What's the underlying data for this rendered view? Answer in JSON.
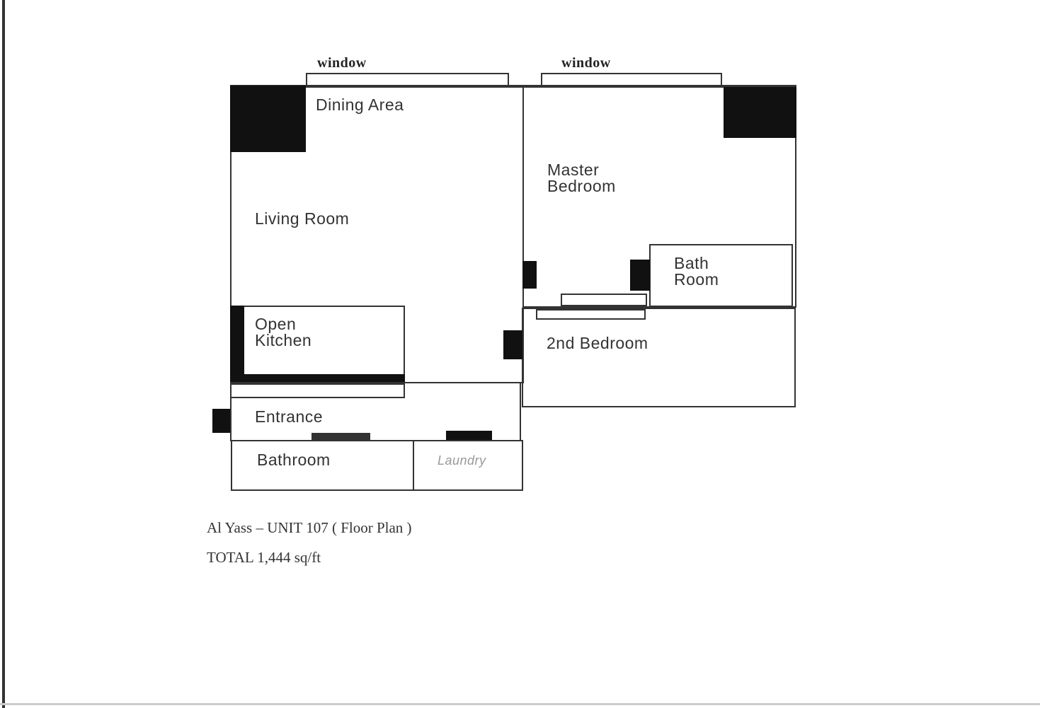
{
  "floor_plan": {
    "window_labels": [
      "window",
      "window"
    ],
    "rooms": {
      "dining_area": "Dining Area",
      "living_room": "Living Room",
      "master_bedroom": [
        "Master",
        "Bedroom"
      ],
      "bath_room": [
        "Bath",
        "Room"
      ],
      "open_kitchen": [
        "Open",
        "Kitchen"
      ],
      "second_bedroom": "2nd Bedroom",
      "entrance": "Entrance",
      "bathroom": "Bathroom",
      "laundry": "Laundry"
    },
    "caption": "Al Yass – UNIT 107  ( Floor Plan )",
    "total": "TOTAL 1,444 sq/ft"
  }
}
